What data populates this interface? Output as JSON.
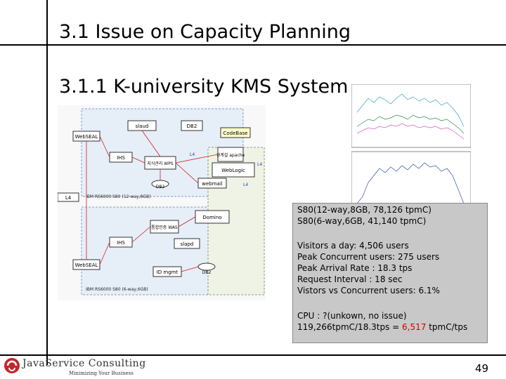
{
  "slide": {
    "title": "3.1 Issue on Capacity Planning",
    "subtitle": "3.1.1 K-university KMS System",
    "page_number": "49"
  },
  "info_box": {
    "line1": "S80(12-way,8GB, 78,126 tpmC)",
    "line2": "S80(6-way,6GB, 41,140 tpmC)",
    "line3": "Visitors a day: 4,506 users",
    "line4": "Peak Concurrent users: 275 users",
    "line5": "Peak Arrival Rate : 18.3 tps",
    "line6": "Request Interval : 18 sec",
    "line7": "Vistors vs Concurrent users: 6.1%",
    "line8": "CPU : ?(unkown, no issue)",
    "line9_prefix": "119,266tpmC/18.3tps  = ",
    "line9_value": "6,517",
    "line9_suffix": " tpmC/tps"
  },
  "diagram": {
    "labels": {
      "web_seal_top": "WebSEAL",
      "web_seal_bottom": "WebSEAL",
      "ihs_top": "IHS",
      "ihs_bottom": "IHS",
      "l4_left": "L4",
      "l4_mid1": "L4",
      "l4_mid2": "L4",
      "l4_right": "L4",
      "ldap": "slaud",
      "db2_top": "DB2",
      "db2_mid": "DB2",
      "db2_bottom": "DB2",
      "code_base": "CodeBase",
      "was_top": "지식관리 WPS",
      "was_bottom": "통합인증 WAS",
      "apache": "경계설 apache",
      "webmail": "webmail",
      "weblogic": "WebLogic",
      "domino": "Domino",
      "slapd": "slapd",
      "id_mgmt": "ID mgmt",
      "server_top": "IBM RS6000 S80 (12-way,8GB)",
      "server_bottom": "IBM RS6000 S80 (6-way,6GB)"
    }
  },
  "logo": {
    "company": "JavaService Consulting",
    "tagline": "Minimizing Your Business"
  },
  "colors": {
    "accent_red": "#d00000",
    "info_bg": "#c8c8c8",
    "logo_red": "#c0282d"
  }
}
